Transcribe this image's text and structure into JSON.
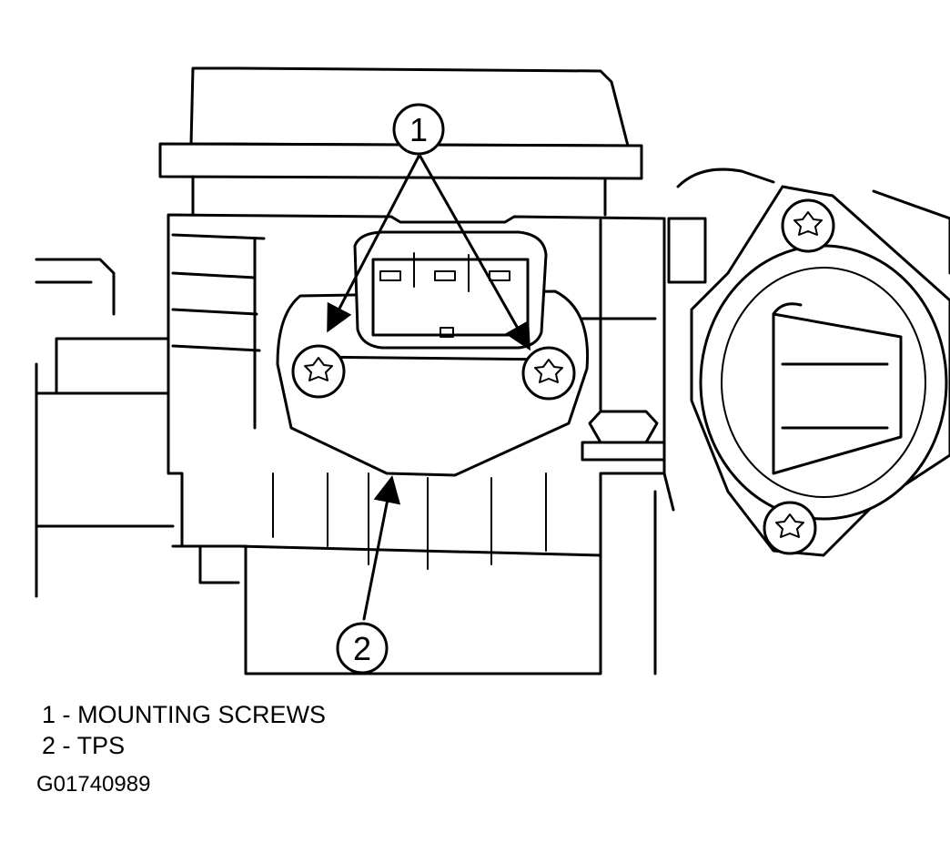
{
  "callouts": [
    {
      "number": "1"
    },
    {
      "number": "2"
    }
  ],
  "legend": [
    {
      "number": "1",
      "separator": "-",
      "text": "MOUNTING SCREWS"
    },
    {
      "number": "2",
      "separator": "-",
      "text": "TPS"
    }
  ],
  "figure_id": "G01740989"
}
